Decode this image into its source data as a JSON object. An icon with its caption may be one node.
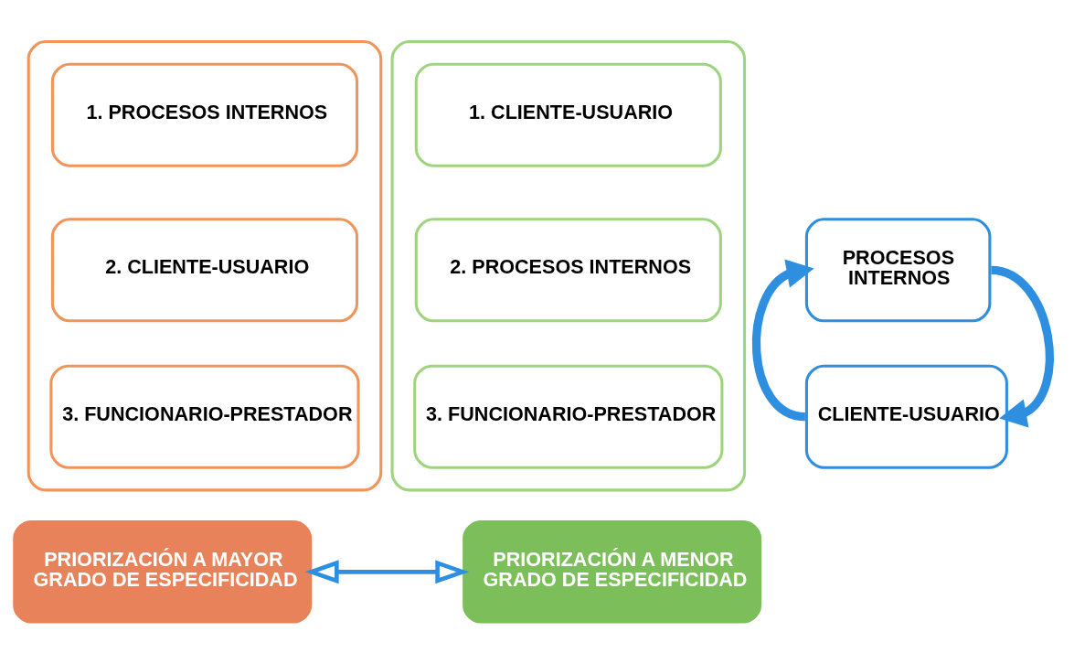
{
  "diagram": {
    "nodes": [
      {
        "text": [],
        "shape": "box"
      },
      {
        "text": [
          "1. PROCESOS INTERNOS"
        ],
        "in": 0
      },
      {
        "text": [
          "2. CLIENTE-USUARIO"
        ],
        "in": 0
      },
      {
        "text": [
          "3. FUNCIONARIO-PRESTADOR"
        ],
        "in": 0
      },
      {
        "text": [],
        "shape": "box"
      },
      {
        "text": [
          "1. CLIENTE-USUARIO"
        ],
        "in": 4
      },
      {
        "text": [
          "2. PROCESOS INTERNOS"
        ],
        "in": 4
      },
      {
        "text": [
          "3. FUNCIONARIO-PRESTADOR"
        ],
        "in": 4
      },
      {
        "text": [
          "PROCESOS INTERNOS"
        ]
      },
      {
        "text": [
          "CLIENTE-USUARIO"
        ]
      },
      {
        "text": [
          "PRIORIZACIÓN A MAYOR GRADO DE ESPECIFICIDAD"
        ]
      },
      {
        "text": [
          "PRIORIZACIÓN A MENOR GRADO DE ESPECIFICIDAD"
        ]
      }
    ],
    "edges": [
      {
        "from": 9,
        "to": 8,
        "arrow": "to"
      },
      {
        "from": 8,
        "to": 9,
        "arrow": "to"
      },
      {
        "from": 10,
        "to": 11,
        "arrow": "both"
      }
    ]
  }
}
